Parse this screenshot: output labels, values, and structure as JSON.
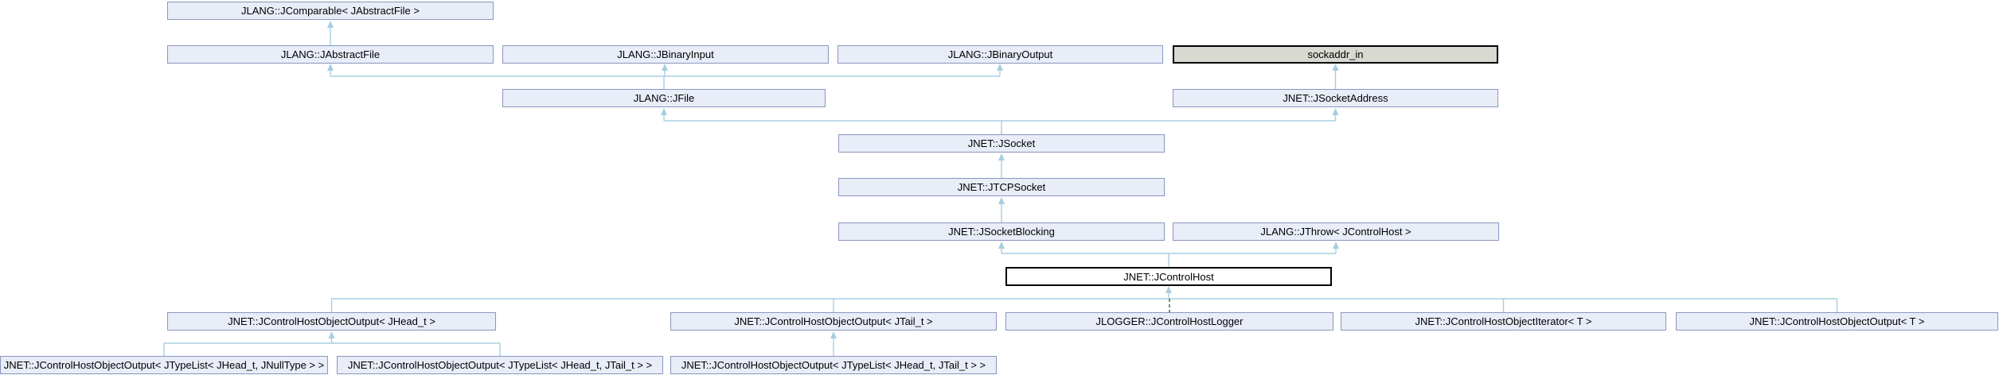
{
  "diagram": {
    "type": "class-inheritance-graph",
    "current_class": "JNET::JControlHost",
    "colors": {
      "node_fill": "#e8edf8",
      "node_border": "#8a96bd",
      "external_fill": "#d8d9d0",
      "external_border": "#000000",
      "current_fill": "#ffffff",
      "current_border": "#000000",
      "edge": "#a8cde0",
      "protected_edge": "#336633"
    },
    "nodes": [
      {
        "id": "jcomparable-jabstractfile",
        "label": "JLANG::JComparable< JAbstractFile >",
        "type": "linked"
      },
      {
        "id": "jabstractfile",
        "label": "JLANG::JAbstractFile",
        "type": "linked"
      },
      {
        "id": "jbinaryinput",
        "label": "JLANG::JBinaryInput",
        "type": "linked"
      },
      {
        "id": "jbinaryoutput",
        "label": "JLANG::JBinaryOutput",
        "type": "linked"
      },
      {
        "id": "sockaddr-in",
        "label": "sockaddr_in",
        "type": "external"
      },
      {
        "id": "jfile",
        "label": "JLANG::JFile",
        "type": "linked"
      },
      {
        "id": "jsocketaddress",
        "label": "JNET::JSocketAddress",
        "type": "linked"
      },
      {
        "id": "jsocket",
        "label": "JNET::JSocket",
        "type": "linked"
      },
      {
        "id": "jtcpsocket",
        "label": "JNET::JTCPSocket",
        "type": "linked"
      },
      {
        "id": "jsocketblocking",
        "label": "JNET::JSocketBlocking",
        "type": "linked"
      },
      {
        "id": "jthrow-jcontrolhost",
        "label": "JLANG::JThrow< JControlHost >",
        "type": "linked"
      },
      {
        "id": "jcontrolhost",
        "label": "JNET::JControlHost",
        "type": "current"
      },
      {
        "id": "out-jhead",
        "label": "JNET::JControlHostObjectOutput< JHead_t >",
        "type": "linked"
      },
      {
        "id": "out-jtail",
        "label": "JNET::JControlHostObjectOutput< JTail_t >",
        "type": "linked"
      },
      {
        "id": "jcontrolhostlogger",
        "label": "JLOGGER::JControlHostLogger",
        "type": "linked"
      },
      {
        "id": "iterator-t",
        "label": "JNET::JControlHostObjectIterator< T >",
        "type": "linked"
      },
      {
        "id": "out-t",
        "label": "JNET::JControlHostObjectOutput< T >",
        "type": "linked"
      },
      {
        "id": "out-typelist-jnulltype",
        "label": "JNET::JControlHostObjectOutput< JTypeList< JHead_t, JNullType > >",
        "type": "linked"
      },
      {
        "id": "out-typelist-jtail-1",
        "label": "JNET::JControlHostObjectOutput< JTypeList< JHead_t, JTail_t > >",
        "type": "linked"
      },
      {
        "id": "out-typelist-jtail-2",
        "label": "JNET::JControlHostObjectOutput< JTypeList< JHead_t, JTail_t > >",
        "type": "linked"
      }
    ]
  }
}
